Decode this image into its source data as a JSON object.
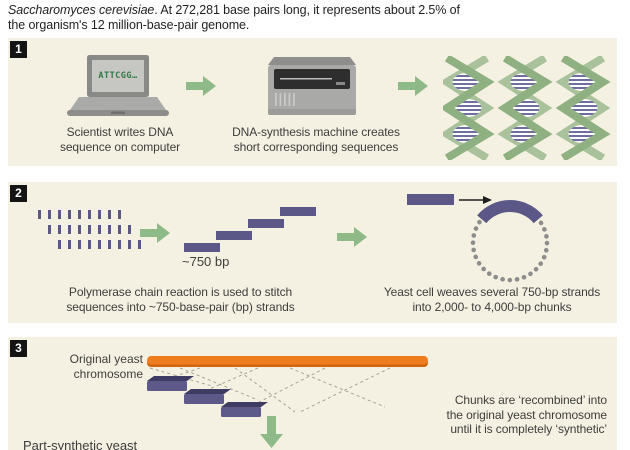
{
  "figure": {
    "intro": {
      "species_italic": "Saccharomyces cerevisiae",
      "line1_rest": ". At 272,281 base pairs long, it represents about 2.5% of",
      "line2": "the organism's 12 million-base-pair genome."
    },
    "step1": {
      "number": "1",
      "laptop_screen_text": "ATTCGG…",
      "caption_scientist_line1": "Scientist writes DNA",
      "caption_scientist_line2": "sequence on computer",
      "caption_machine_line1": "DNA-synthesis machine creates",
      "caption_machine_line2": "short corresponding sequences"
    },
    "step2": {
      "number": "2",
      "bp_label": "~750 bp",
      "caption_pcr_line1": "Polymerase chain reaction is used to stitch",
      "caption_pcr_line2": "sequences into ~750-base-pair (bp) strands",
      "caption_yeast_line1": "Yeast cell weaves several 750-bp strands",
      "caption_yeast_line2": "into 2,000- to 4,000-bp chunks"
    },
    "step3": {
      "number": "3",
      "label_original_line1": "Original yeast",
      "label_original_line2": "chromosome",
      "caption_recombine_line1": "Chunks are ‘recombined’ into",
      "caption_recombine_line2": "the original yeast chromosome",
      "caption_recombine_line3": "until it is completely ‘synthetic’",
      "label_partsynthetic": "Part-synthetic yeast"
    },
    "colors": {
      "panel_background": "#f5f1e2",
      "arrow_green": "#8dba87",
      "dna_purple": "#5b5888",
      "chromosome_orange": "#ee7a1b",
      "helix_green": "#9cba8e",
      "laptop_text_green": "#2e7b45"
    }
  }
}
